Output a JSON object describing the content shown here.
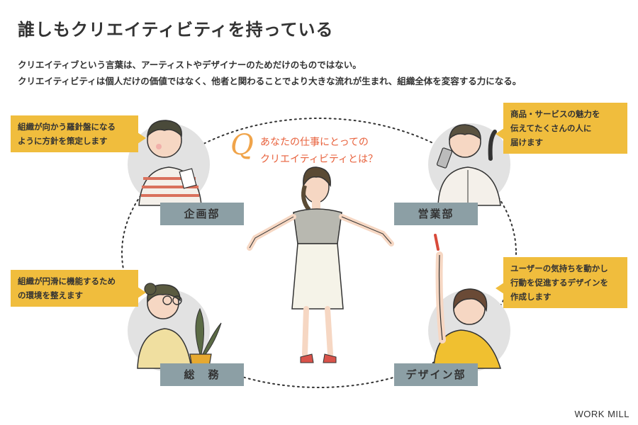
{
  "title": "誰しもクリエイティビティを持っている",
  "intro": {
    "line1": "クリエイティブという言葉は、アーティストやデザイナーのためだけのものではない。",
    "line2": "クリエイティビティは個人だけの価値ではなく、他者と関わることでより大きな流れが生まれ、組織全体を変容する力になる。"
  },
  "question": {
    "letter": "Q",
    "line1": "あなたの仕事にとっての",
    "line2": "クリエイティビティとは？"
  },
  "departments": {
    "planning": {
      "label": "企画部",
      "bubble": [
        "組織が向かう羅針盤になる",
        "ように方針を策定します"
      ]
    },
    "sales": {
      "label": "営業部",
      "bubble": [
        "商品・サービスの魅力を",
        "伝えてたくさんの人に",
        "届けます"
      ]
    },
    "general": {
      "label": "総　務",
      "bubble": [
        "組織が円滑に機能するため",
        "の環境を整えます"
      ]
    },
    "design": {
      "label": "デザイン部",
      "bubble": [
        "ユーザーの気持ちを動かし",
        "行動を促進するデザインを",
        "作成します"
      ]
    }
  },
  "brand": "WORK MILL",
  "colors": {
    "accent_yellow": "#f0bd3d",
    "label_gray": "#8c9fa5",
    "circle_gray": "#e2e2e2",
    "question_orange": "#e8613c",
    "text": "#333333"
  }
}
